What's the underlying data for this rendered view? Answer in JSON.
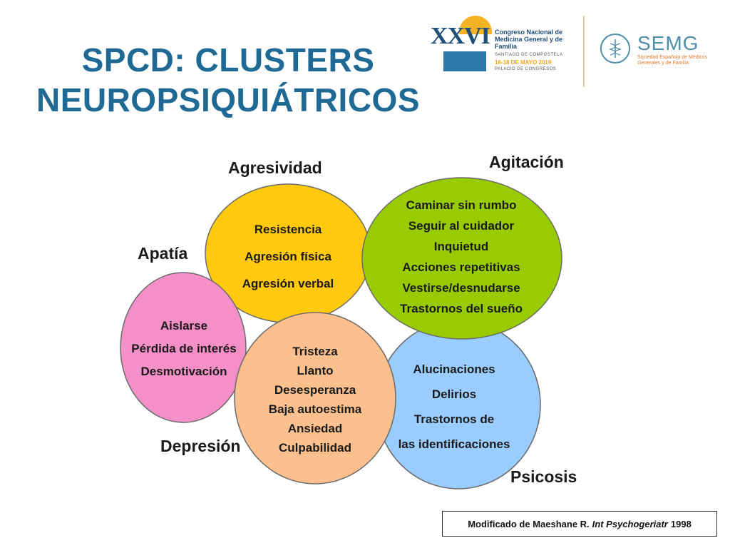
{
  "title": {
    "line1": "SPCD: CLUSTERS",
    "line2": "NEUROPSIQUIÁTRICOS"
  },
  "header": {
    "congress": {
      "roman": "XXVI",
      "name": "Congreso Nacional de Medicina General y de Familia",
      "city": "SANTIAGO DE COMPOSTELA",
      "dates": "16-18 DE MAYO 2019",
      "venue": "PALACIO DE CONGRESOS"
    },
    "semg": {
      "name": "SEMG",
      "subtitle": "Sociedad Española de Médicos Generales y de Familia"
    }
  },
  "clusters": {
    "agresividad": {
      "label": "Agresividad",
      "color": "#ffc90e",
      "items": [
        "Resistencia",
        "Agresión física",
        "Agresión verbal"
      ]
    },
    "agitacion": {
      "label": "Agitación",
      "color": "#99cc00",
      "items": [
        "Caminar sin rumbo",
        "Seguir al cuidador",
        "Inquietud",
        "Acciones repetitivas",
        "Vestirse/desnudarse",
        "Trastornos del sueño"
      ]
    },
    "apatia": {
      "label": "Apatía",
      "color": "#f48fc7",
      "items": [
        "Aislarse",
        "Pérdida de interés",
        "Desmotivación"
      ]
    },
    "depresion": {
      "label": "Depresión",
      "color": "#fbc08e",
      "items": [
        "Tristeza",
        "Llanto",
        "Desesperanza",
        "Baja autoestima",
        "Ansiedad",
        "Culpabilidad"
      ]
    },
    "psicosis": {
      "label": "Psicosis",
      "color": "#99ccff",
      "items": [
        "Alucinaciones",
        "Delirios",
        "Trastornos de",
        "las identificaciones"
      ]
    }
  },
  "citation": {
    "prefix": "Modificado de Maeshane R.",
    "journal": "Int Psychogeriatr",
    "year": "1998"
  }
}
